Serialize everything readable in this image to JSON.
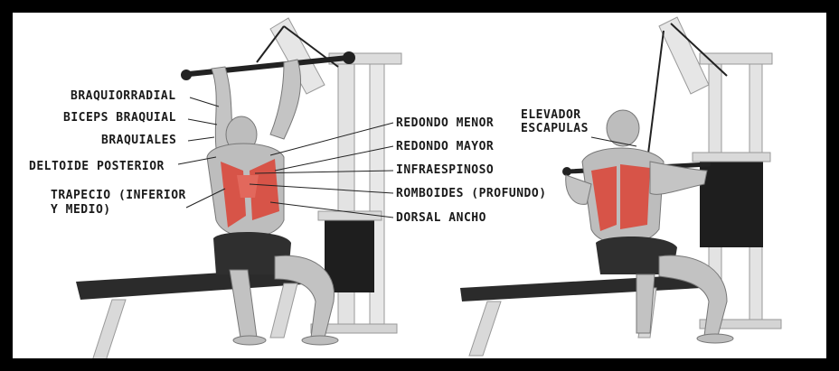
{
  "labels_left": {
    "braquiorradial": "BRAQUIORRADIAL",
    "biceps": "BICEPS BRAQUIAL",
    "braquiales": "BRAQUIALES",
    "deltoide": "DELTOIDE POSTERIOR",
    "trapecio_1": "TRAPECIO (INFERIOR",
    "trapecio_2": "Y MEDIO)"
  },
  "labels_center": {
    "redondo_menor": "REDONDO MENOR",
    "redondo_mayor": "REDONDO MAYOR",
    "infraespinoso": "INFRAESPINOSO",
    "romboides": "ROMBOIDES (PROFUNDO)",
    "dorsal": "DORSAL ANCHO"
  },
  "labels_right": {
    "elevador_1": "ELEVADOR",
    "elevador_2": "ESCAPULAS"
  },
  "colors": {
    "muscle_highlight": "#d9483b",
    "muscle_gray": "#b8b8b8",
    "machine": "#e6e6e6",
    "bench": "#2a2a2a"
  }
}
